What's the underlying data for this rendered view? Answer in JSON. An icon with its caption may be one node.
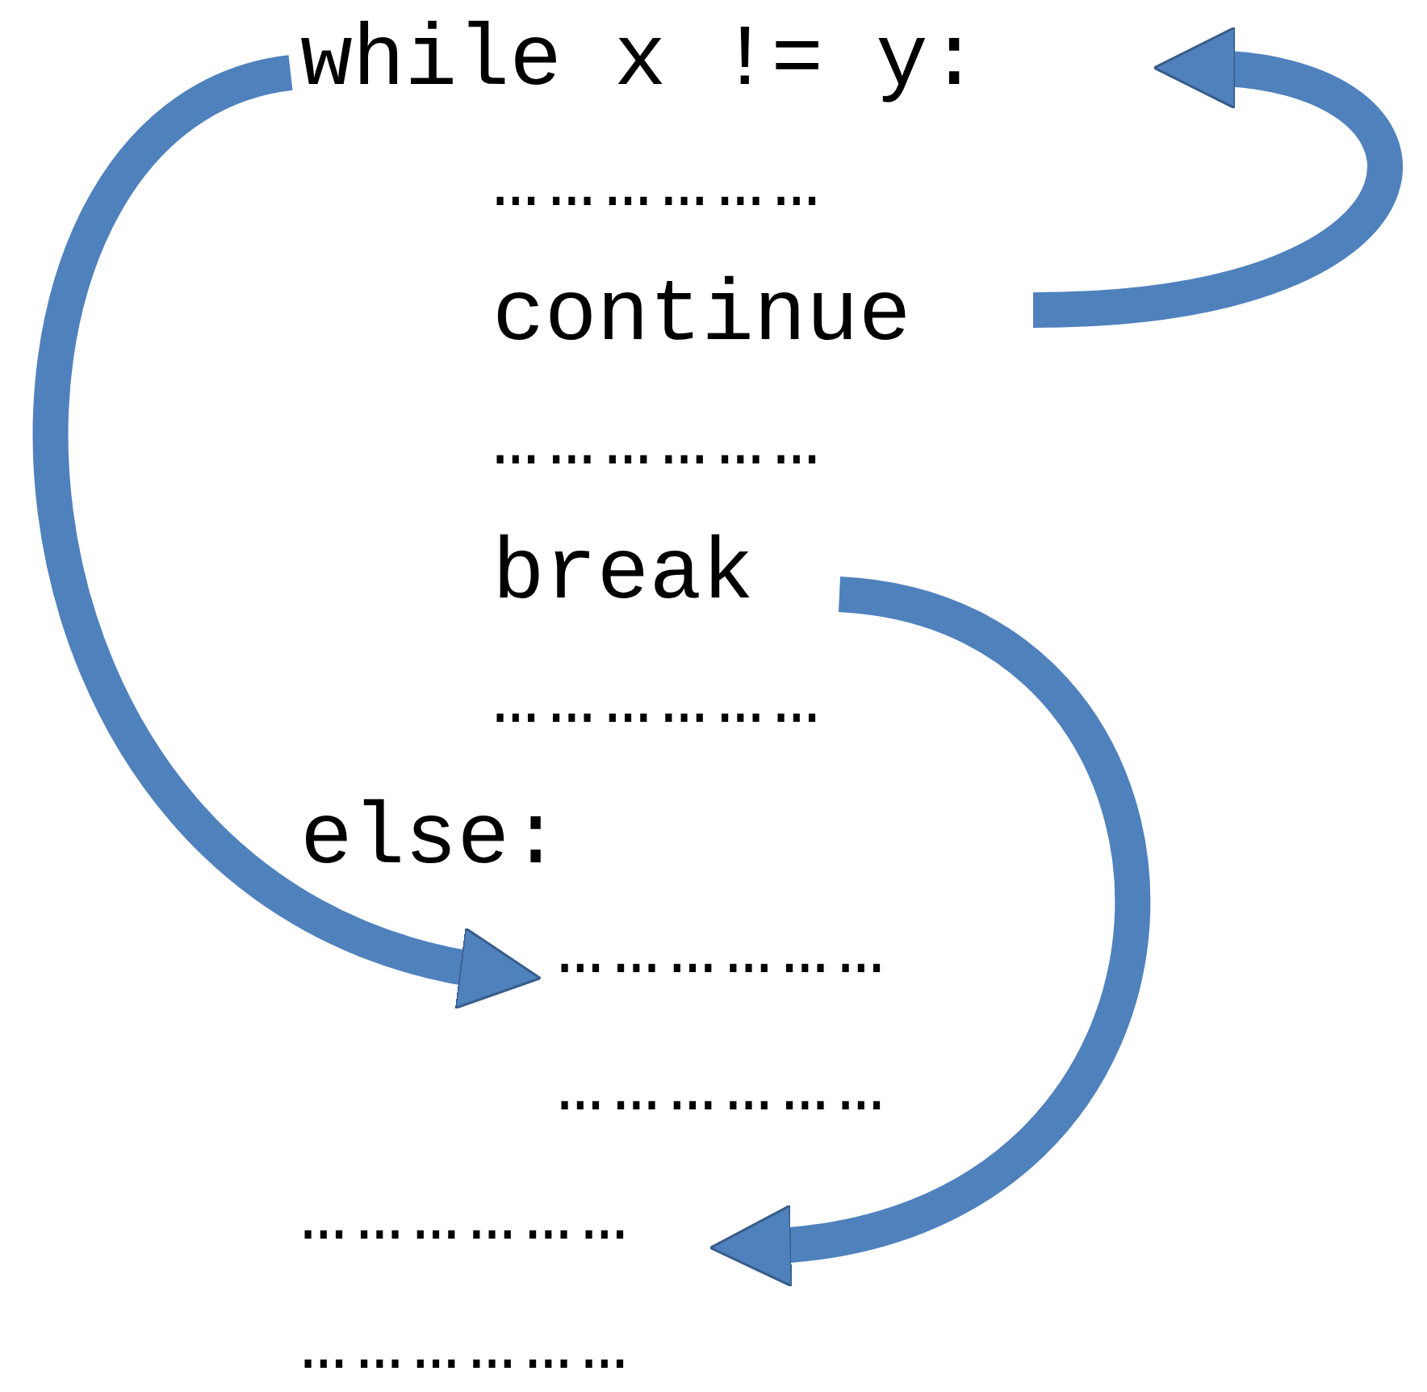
{
  "diagram": {
    "nodes": [
      {
        "text": [
          "while x != y:"
        ]
      },
      {
        "text": [
          "………………"
        ]
      },
      {
        "text": [
          "continue"
        ]
      },
      {
        "text": [
          "………………"
        ]
      },
      {
        "text": [
          "break"
        ]
      },
      {
        "text": [
          "………………"
        ]
      },
      {
        "text": [
          "else:"
        ]
      },
      {
        "text": [
          "………………"
        ]
      },
      {
        "text": [
          "………………"
        ]
      },
      {
        "text": [
          "………………"
        ]
      },
      {
        "text": [
          "………………"
        ]
      }
    ],
    "edges": [
      {
        "from": 0,
        "to": 7,
        "arrow": "to"
      },
      {
        "from": 2,
        "to": 0,
        "arrow": "to"
      },
      {
        "from": 4,
        "to": 9,
        "arrow": "to"
      }
    ]
  }
}
